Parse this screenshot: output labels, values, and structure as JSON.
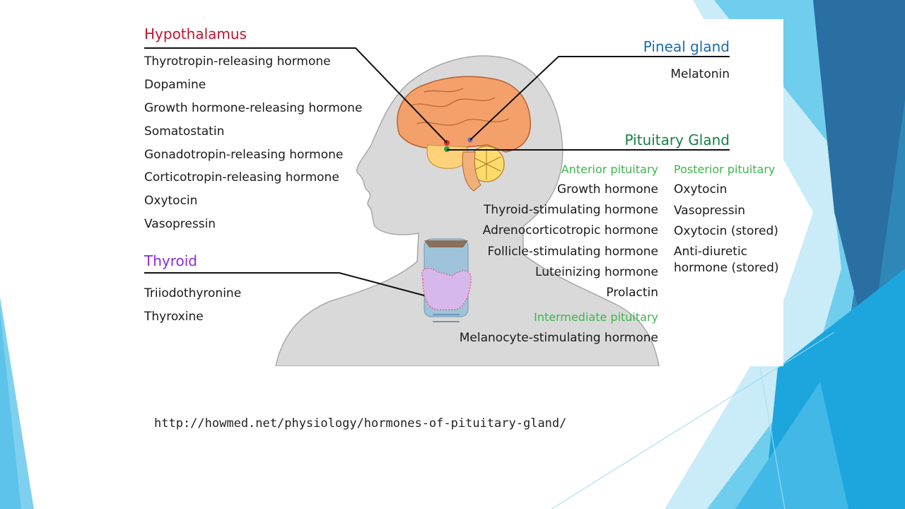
{
  "hypothalamus": {
    "title": "Hypothalamus",
    "hormones": [
      "Thyrotropin-releasing hormone",
      "Dopamine",
      "Growth hormone-releasing hormone",
      "Somatostatin",
      "Gonadotropin-releasing hormone",
      "Corticotropin-releasing hormone",
      "Oxytocin",
      "Vasopressin"
    ]
  },
  "thyroid": {
    "title": "Thyroid",
    "hormones": [
      "Triiodothyronine",
      "Thyroxine"
    ]
  },
  "pineal": {
    "title": "Pineal gland",
    "hormones": [
      "Melatonin"
    ]
  },
  "pituitary": {
    "title": "Pituitary Gland",
    "anterior_title": "Anterior pituitary",
    "anterior": [
      "Growth hormone",
      "Thyroid-stimulating hormone",
      "Adrenocorticotropic hormone",
      "Follicle-stimulating hormone",
      "Luteinizing hormone",
      "Prolactin"
    ],
    "posterior_title": "Posterior pituitary",
    "posterior": [
      "Oxytocin",
      "Vasopressin",
      "Oxytocin (stored)",
      "Anti-diuretic",
      "hormone (stored)"
    ],
    "intermediate_title": "Intermediate pituitary",
    "intermediate": [
      "Melanocyte-stimulating hormone"
    ]
  },
  "source_url": "http://howmed.net/physiology/hormones-of-pituitary-gland/",
  "colors": {
    "hypothalamus": "#c8102e",
    "pineal": "#1a6bb3",
    "pituitary": "#14804a",
    "thyroid": "#8a2be2",
    "subheading": "#3cb64a",
    "brain": "#f4a06b",
    "head": "#d9d9d9"
  }
}
